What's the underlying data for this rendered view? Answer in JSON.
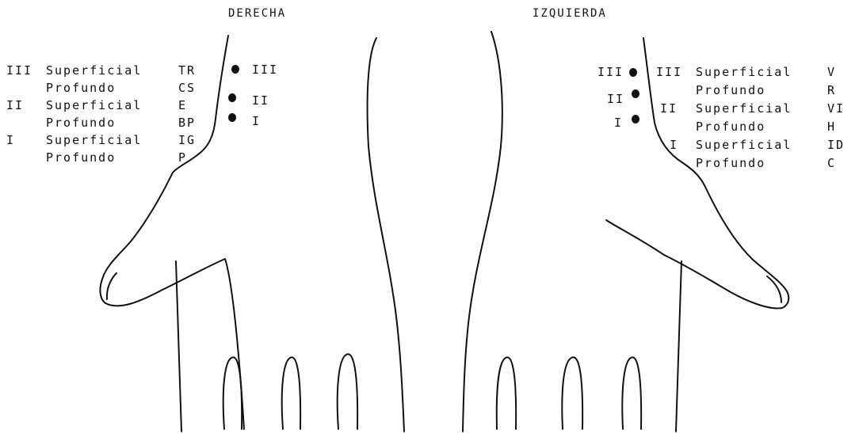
{
  "titles": {
    "right_hand": "DERECHA",
    "left_hand": "IZQUIERDA"
  },
  "right_hand": {
    "rows": [
      {
        "level": "III",
        "type": "Superficial",
        "code": "TR"
      },
      {
        "level": "",
        "type": "Profundo",
        "code": "CS"
      },
      {
        "level": "II",
        "type": "Superficial",
        "code": "E"
      },
      {
        "level": "",
        "type": "Profundo",
        "code": "BP"
      },
      {
        "level": "I",
        "type": "Superficial",
        "code": "IG"
      },
      {
        "level": "",
        "type": "Profundo",
        "code": "P"
      }
    ],
    "pulse_labels": [
      "III",
      "II",
      "I"
    ]
  },
  "left_hand": {
    "rows": [
      {
        "level": "III",
        "type": "Superficial",
        "code": "V"
      },
      {
        "level": "",
        "type": "Profundo",
        "code": "R"
      },
      {
        "level": "II",
        "type": "Superficial",
        "code": "VI"
      },
      {
        "level": "",
        "type": "Profundo",
        "code": "H"
      },
      {
        "level": "I",
        "type": "Superficial",
        "code": "ID"
      },
      {
        "level": "",
        "type": "Profundo",
        "code": "C"
      }
    ],
    "pulse_labels": [
      "III",
      "II",
      "I"
    ]
  },
  "colors": {
    "ink": "#111111",
    "background": "#ffffff"
  }
}
